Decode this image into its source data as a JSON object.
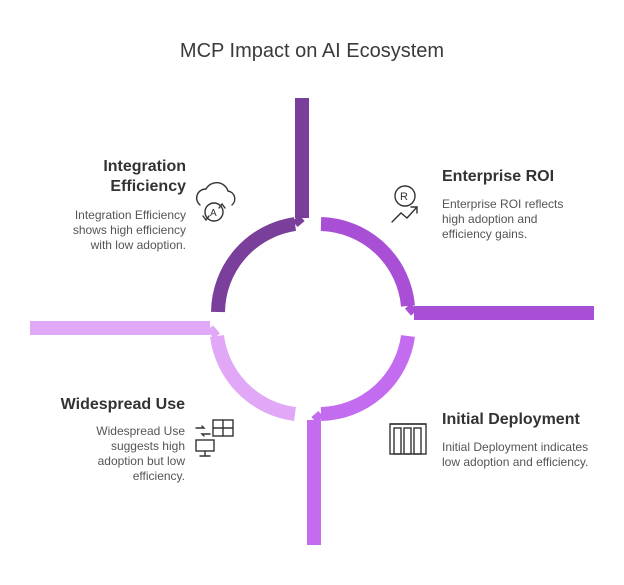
{
  "title": "MCP Impact on AI Ecosystem",
  "quadrants": [
    {
      "id": "integration-efficiency",
      "heading_line1": "Integration",
      "heading_line2": "Efficiency",
      "desc_line1": "Integration Efficiency",
      "desc_line2": "shows high efficiency",
      "desc_line3": "with low adoption.",
      "color": "#7a3f9a",
      "icon": "cloud-cycle-icon"
    },
    {
      "id": "enterprise-roi",
      "heading_line1": "Enterprise ROI",
      "desc_line1": "Enterprise ROI reflects",
      "desc_line2": "high adoption and",
      "desc_line3": "efficiency gains.",
      "color": "#a84fd6",
      "icon": "growth-chart-icon"
    },
    {
      "id": "widespread-use",
      "heading_line1": "Widespread Use",
      "desc_line1": "Widespread Use",
      "desc_line2": "suggests high",
      "desc_line3": "adoption but low",
      "desc_line4": "efficiency.",
      "color": "#e0a8f6",
      "icon": "devices-icon"
    },
    {
      "id": "initial-deployment",
      "heading_line1": "Initial Deployment",
      "desc_line1": "Initial Deployment indicates",
      "desc_line2": "low adoption and efficiency.",
      "color": "#c36cf0",
      "icon": "columns-icon"
    }
  ]
}
